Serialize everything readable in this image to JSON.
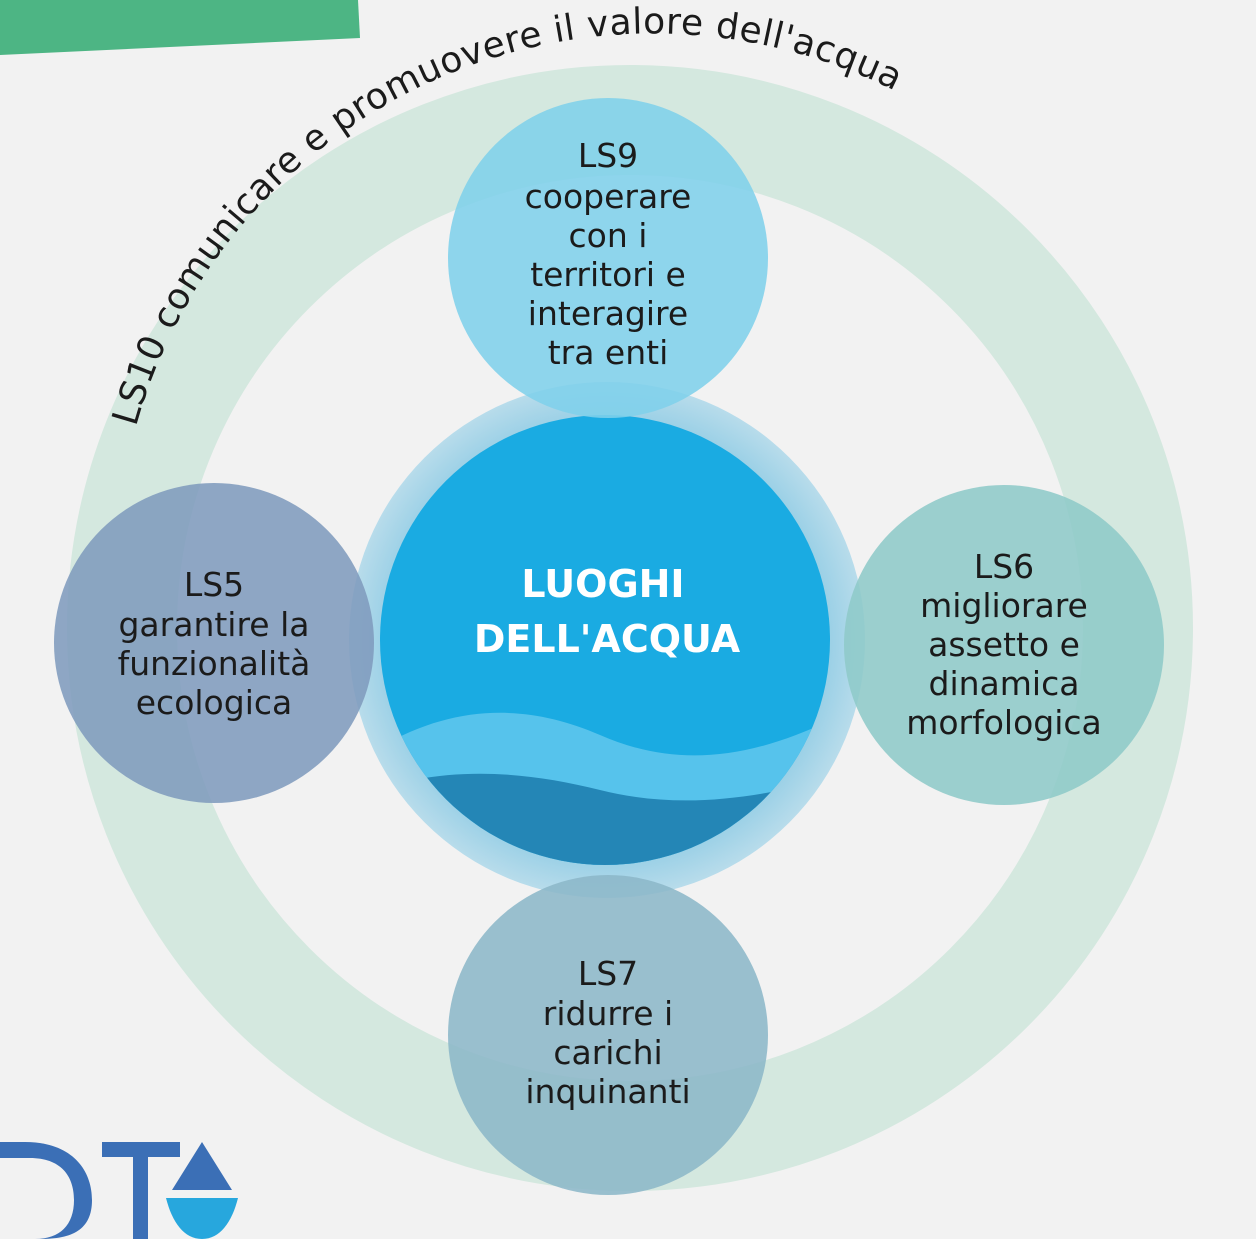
{
  "outer_ring": {
    "label": "LS10 comunicare e promuovere il valore dell'acqua"
  },
  "center": {
    "title_line1": "LUOGHI",
    "title_line2": "DELL'ACQUA"
  },
  "nodes": {
    "top": {
      "code": "LS9",
      "lines": [
        "cooperare",
        "con i",
        "territori e",
        "interagire",
        "tra enti"
      ]
    },
    "left": {
      "code": "LS5",
      "lines": [
        "garantire la",
        "funzionalità",
        "ecologica"
      ]
    },
    "right": {
      "code": "LS6",
      "lines": [
        "migliorare",
        "assetto e",
        "dinamica",
        "morfologica"
      ]
    },
    "bottom": {
      "code": "LS7",
      "lines": [
        "ridurre i",
        "carichi",
        "inquinanti"
      ]
    }
  },
  "logo": {
    "letters": "DTA"
  },
  "colors": {
    "background": "#f2f2f2",
    "ring": "#d4e8df",
    "green_banner": "#4db584",
    "center_blue": "#1aabe2",
    "wave_light": "#56c3ec",
    "wave_dark": "#2486b6",
    "node_top": "#7fd0ea",
    "node_left": "#7f9bbd",
    "node_right": "#8ecac8",
    "node_bottom": "#8cb7c8",
    "logo_blue": "#3b6fb6",
    "logo_cyan": "#27a7dd"
  }
}
